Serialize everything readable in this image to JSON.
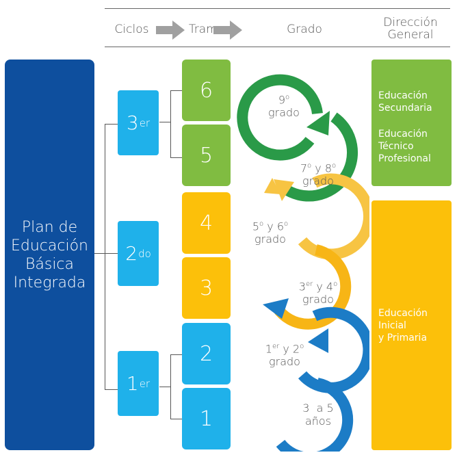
{
  "header": {
    "ciclos": "Ciclos",
    "tramo": "Tramo",
    "grado": "Grado",
    "direccion_line1": "Dirección",
    "direccion_line2": "General"
  },
  "plan": {
    "line1": "Plan de",
    "line2": "Educación",
    "line3": "Básica",
    "line4": "Integrada"
  },
  "ciclos": [
    {
      "num": "3",
      "sup": "er"
    },
    {
      "num": "2",
      "sup": "do"
    },
    {
      "num": "1",
      "sup": "er"
    }
  ],
  "tramos": [
    "6",
    "5",
    "4",
    "3",
    "2",
    "1"
  ],
  "grados": [
    {
      "a": "9",
      "a_sup": "o",
      "b": "grado"
    },
    {
      "a": "7",
      "a_sup": "o",
      "mid": " y 8",
      "b_sup": "o",
      "b": "grado"
    },
    {
      "a": "5",
      "a_sup": "o",
      "mid": " y 6",
      "b_sup": "o",
      "b": "grado"
    },
    {
      "a": "3",
      "a_sup": "er",
      "mid": " y 4",
      "b_sup": "o",
      "b": "grado"
    },
    {
      "a": "1",
      "a_sup": "er",
      "mid": " y 2",
      "b_sup": "o",
      "b": "grado"
    },
    {
      "a": "3  a 5",
      "b": "años"
    }
  ],
  "direccion": {
    "secundaria_1": "Educación",
    "secundaria_2": "Secundaria",
    "tecnico_1": "Educación",
    "tecnico_2": "Técnico",
    "tecnico_3": "Profesional",
    "inicial_1": "Educación",
    "inicial_2": "Inicial",
    "inicial_3": "y Primaria"
  },
  "colors": {
    "navy": "#0e4f9e",
    "cyan": "#1fb1ea",
    "green": "#80bc41",
    "yellow": "#fcc00a",
    "dark_green": "#2a9a48",
    "blue_arrow": "#1c7cc6"
  }
}
